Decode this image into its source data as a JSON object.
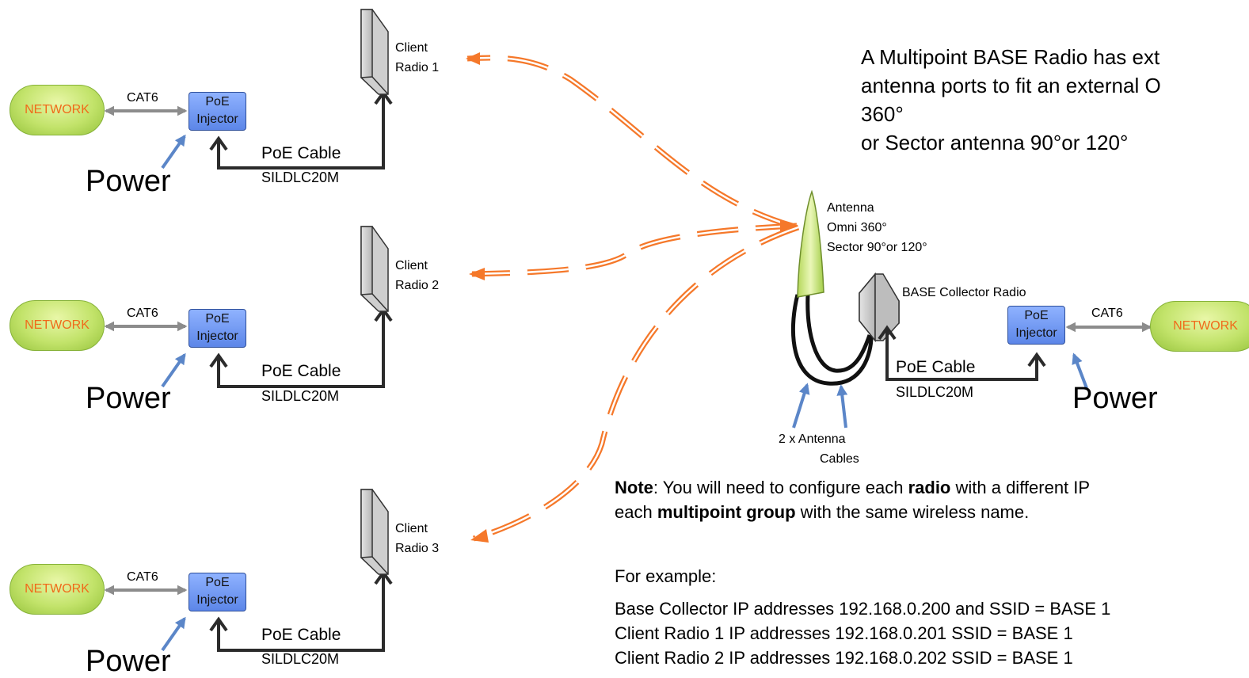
{
  "network_label": "NETWORK",
  "cat6_label": "CAT6",
  "poe_injector": {
    "line1": "PoE",
    "line2": "Injector"
  },
  "power_label": "Power",
  "poe_cable": {
    "line1": "PoE Cable",
    "line2": "SILDLC20M"
  },
  "client_radios": [
    {
      "line1": "Client",
      "line2": "Radio 1"
    },
    {
      "line1": "Client",
      "line2": "Radio 2"
    },
    {
      "line1": "Client",
      "line2": "Radio 3"
    }
  ],
  "antenna": {
    "line1": "Antenna",
    "line2": "Omni 360°",
    "line3": "Sector 90°or 120°"
  },
  "base_collector_label": "BASE Collector Radio",
  "antenna_cables": {
    "line1": "2 x Antenna",
    "line2": "Cables"
  },
  "info_text": {
    "line1": "A Multipoint BASE Radio has ext",
    "line2": "antenna ports to fit an external O",
    "line3": "360°",
    "line4": "or Sector antenna 90°or 120°"
  },
  "note": {
    "bold1": "Note",
    "text1": ": You will need to configure each ",
    "bold2": "radio",
    "text2": " with a different IP",
    "text3": "each ",
    "bold3": "multipoint group",
    "text4": " with the same wireless name."
  },
  "examples": {
    "heading": "For example:",
    "lines": [
      "Base Collector IP addresses 192.168.0.200 and SSID = BASE 1",
      "Client Radio 1 IP addresses 192.168.0.201 SSID = BASE 1",
      "Client Radio 2 IP addresses 192.168.0.202 SSID = BASE 1"
    ]
  },
  "colors": {
    "network_green": "#c2e36a",
    "network_text": "#f06a1a",
    "poe_blue": "#6b94ee",
    "arrow_gray": "#8c8c8c",
    "cable_dark": "#2b2b2b",
    "power_arrow_blue": "#5b86c8",
    "wireless_orange": "#f5782a"
  },
  "icons": [
    "network-cloud",
    "poe-injector-box",
    "client-radio-unit",
    "omni-antenna",
    "base-radio-unit",
    "wireless-link-arrow"
  ]
}
